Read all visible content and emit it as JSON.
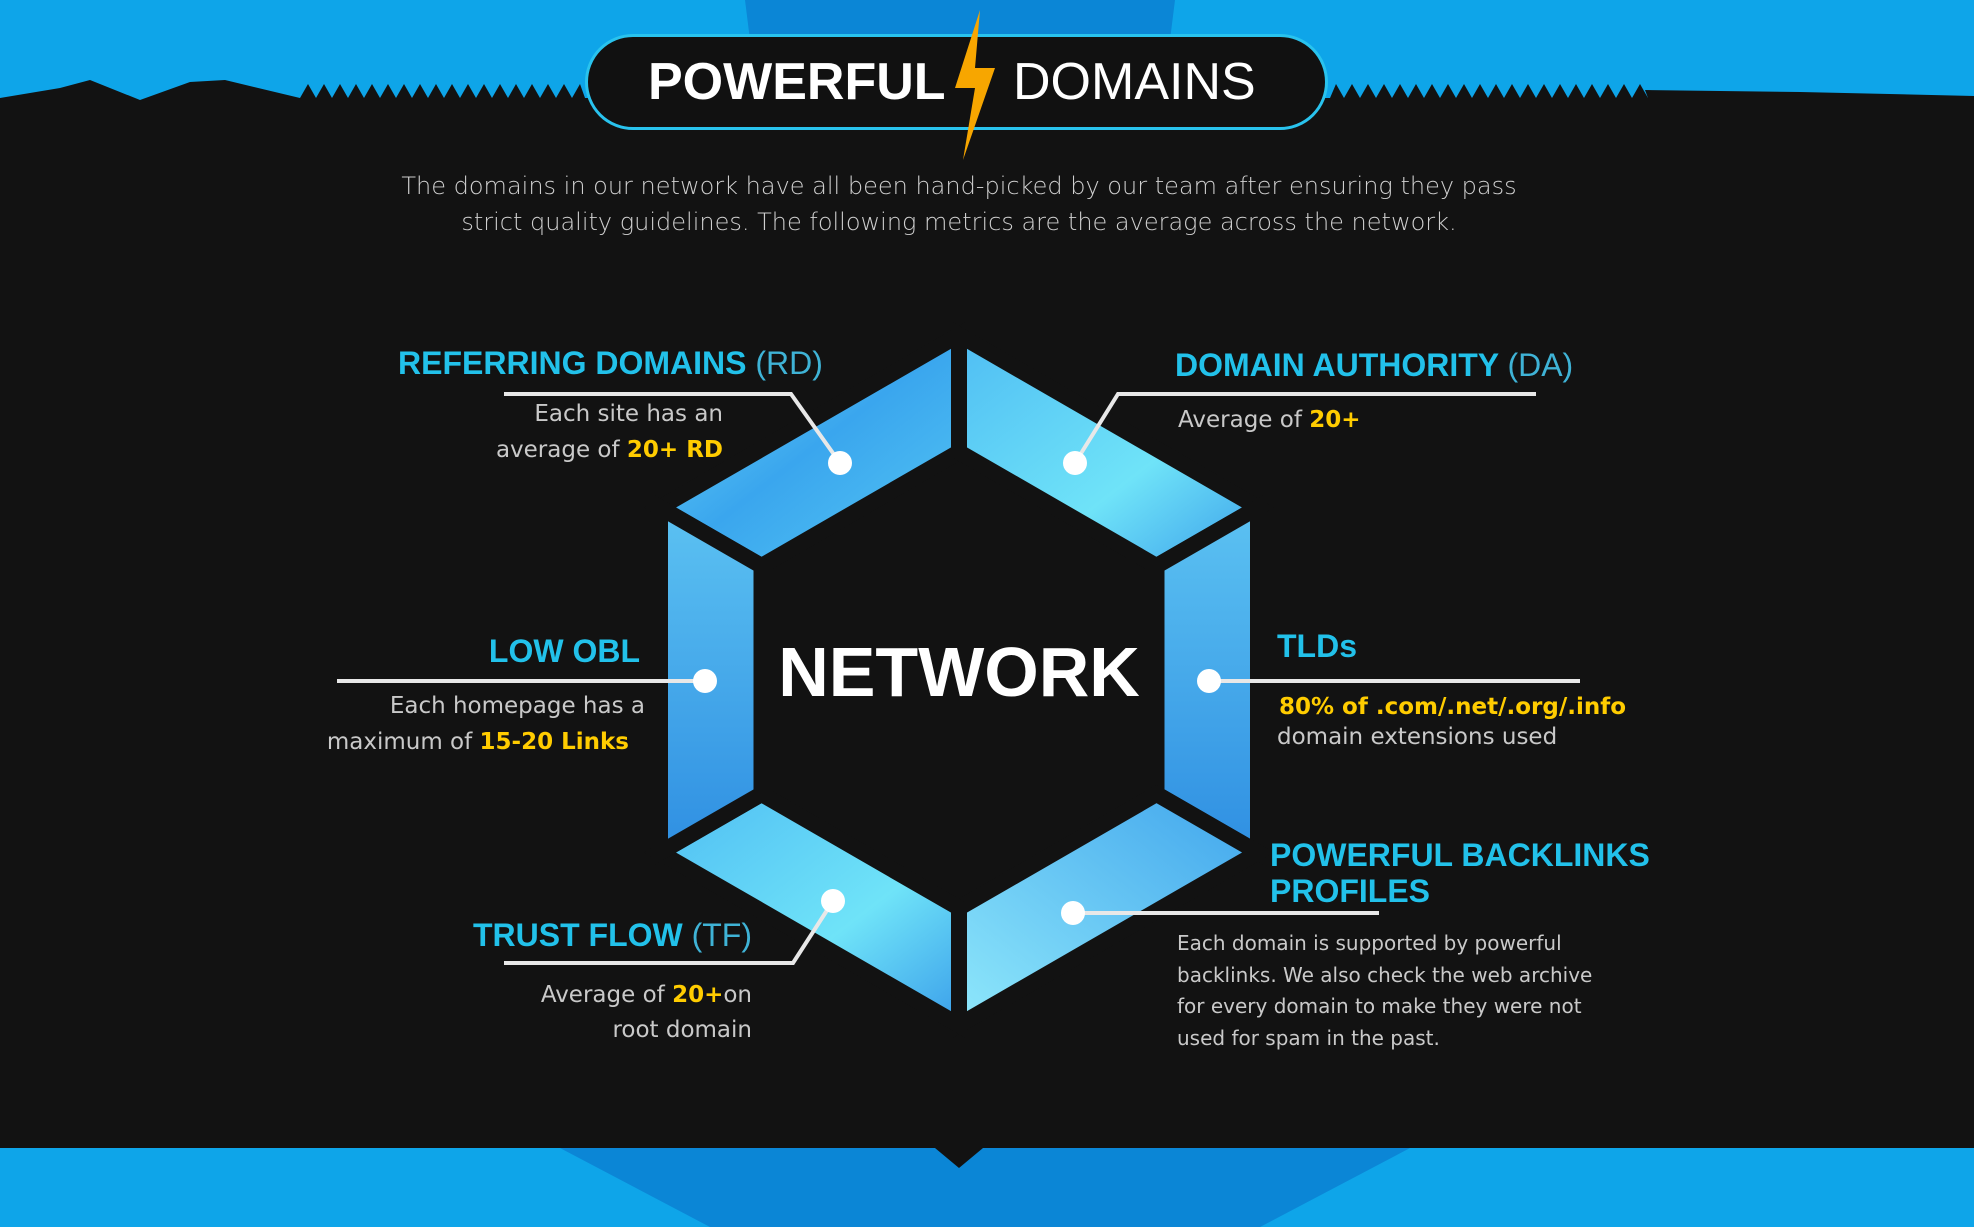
{
  "header": {
    "title_bold": "POWERFUL",
    "title_light": "DOMAINS",
    "subtitle_line1": "The domains in our network have all been hand-picked by our team after ensuring they pass",
    "subtitle_line2": "strict quality guidelines. The following metrics are the average across the network."
  },
  "center_label": "NETWORK",
  "metrics": {
    "referring_domains": {
      "title": "REFERRING DOMAINS",
      "abbr": "(RD)",
      "line1": "Each site has an",
      "line2_prefix": "average of ",
      "highlight": "20+ RD"
    },
    "domain_authority": {
      "title": "DOMAIN AUTHORITY",
      "abbr": "(DA)",
      "prefix": "Average of ",
      "highlight": "20+"
    },
    "low_obl": {
      "title": "LOW OBL",
      "line1": "Each homepage has a",
      "line2_prefix": "maximum of ",
      "highlight": "15-20 Links"
    },
    "tlds": {
      "title": "TLDs",
      "highlight": "80% of .com/.net/.org/.info",
      "line2": "domain extensions used"
    },
    "trust_flow": {
      "title": "TRUST FLOW",
      "abbr": "(TF)",
      "prefix": "Average of ",
      "highlight": "20+",
      "suffix": "on",
      "line2": "root domain"
    },
    "backlinks": {
      "title_line1": "POWERFUL BACKLINKS",
      "title_line2": "PROFILES",
      "lines": [
        "Each domain is supported by powerful",
        "backlinks. We also check the web archive",
        "for every domain to make they were not",
        "used for spam in the past."
      ]
    }
  },
  "colors": {
    "accent": "#22c1ea",
    "highlight": "#ffcc00",
    "background": "#121212",
    "band": "#0ea5e9"
  }
}
